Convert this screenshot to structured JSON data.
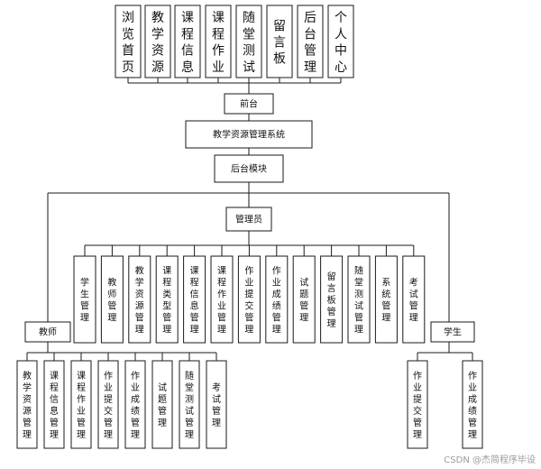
{
  "frontend_menu": [
    "浏览首页",
    "教学资源",
    "课程信息",
    "课程作业",
    "随堂测试",
    "留言板",
    "后台管理",
    "个人中心"
  ],
  "frontend": "前台",
  "system": "教学资源管理系统",
  "backend": "后台模块",
  "admin": "管理员",
  "admin_modules": [
    "学生管理",
    "教师管理",
    "教学资源管理",
    "课程类型管理",
    "课程信息管理",
    "课程作业管理",
    "作业提交管理",
    "作业成绩管理",
    "试题管理",
    "留言板管理",
    "随堂测试管理",
    "系统管理",
    "考试管理"
  ],
  "teacher": "教师",
  "teacher_modules": [
    "教学资源管理",
    "课程信息管理",
    "课程作业管理",
    "作业提交管理",
    "作业成绩管理",
    "试题管理",
    "随堂测试管理",
    "考试管理"
  ],
  "student": "学生",
  "student_modules": [
    "作业提交管理",
    "作业成绩管理"
  ],
  "watermark": "CSDN @杰简程序毕设"
}
